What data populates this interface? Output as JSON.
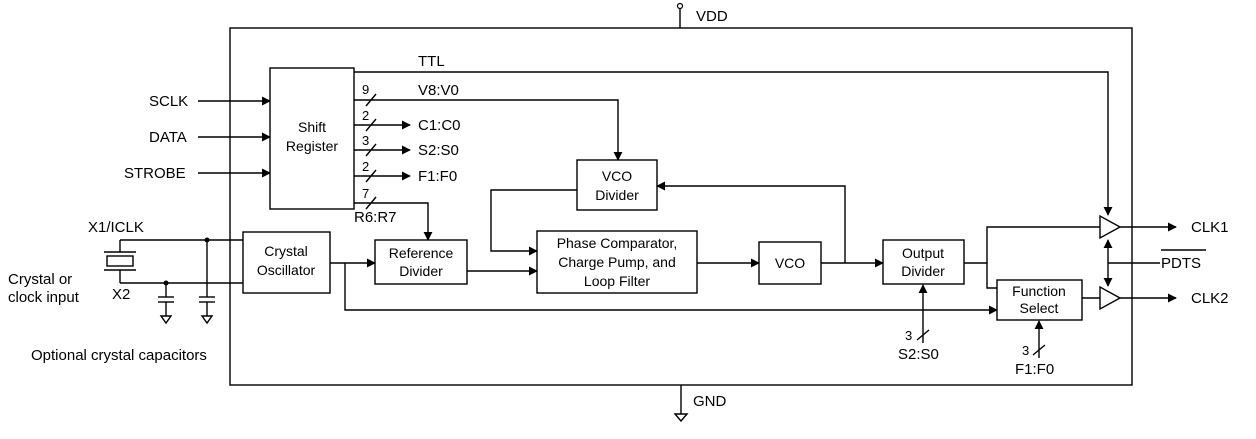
{
  "supply": {
    "vdd": "VDD",
    "gnd": "GND"
  },
  "inputs": {
    "sclk": "SCLK",
    "data": "DATA",
    "strobe": "STROBE"
  },
  "crystal": {
    "x1": "X1/ICLK",
    "x2": "X2",
    "source_line1": "Crystal or",
    "source_line2": "clock input",
    "caps_note": "Optional crystal capacitors"
  },
  "blocks": {
    "shift_register": [
      "Shift",
      "Register"
    ],
    "crystal_osc": [
      "Crystal",
      "Oscillator"
    ],
    "ref_divider": [
      "Reference",
      "Divider"
    ],
    "vco_divider": [
      "VCO",
      "Divider"
    ],
    "phase_comp": [
      "Phase Comparator,",
      "Charge Pump, and",
      "Loop Filter"
    ],
    "vco": "VCO",
    "output_divider": [
      "Output",
      "Divider"
    ],
    "function_select": [
      "Function",
      "Select"
    ]
  },
  "buses": {
    "ttl": "TTL",
    "v": {
      "width": "9",
      "label": "V8:V0"
    },
    "c": {
      "width": "2",
      "label": "C1:C0"
    },
    "s": {
      "width": "3",
      "label": "S2:S0"
    },
    "f": {
      "width": "2",
      "label": "F1:F0"
    },
    "r": {
      "width": "7",
      "label": "R6:R7"
    },
    "s_out": {
      "width": "3",
      "label": "S2:S0"
    },
    "f_fs": {
      "width": "3",
      "label": "F1:F0"
    }
  },
  "outputs": {
    "clk1": "CLK1",
    "clk2": "CLK2",
    "pdts": "PDTS"
  }
}
